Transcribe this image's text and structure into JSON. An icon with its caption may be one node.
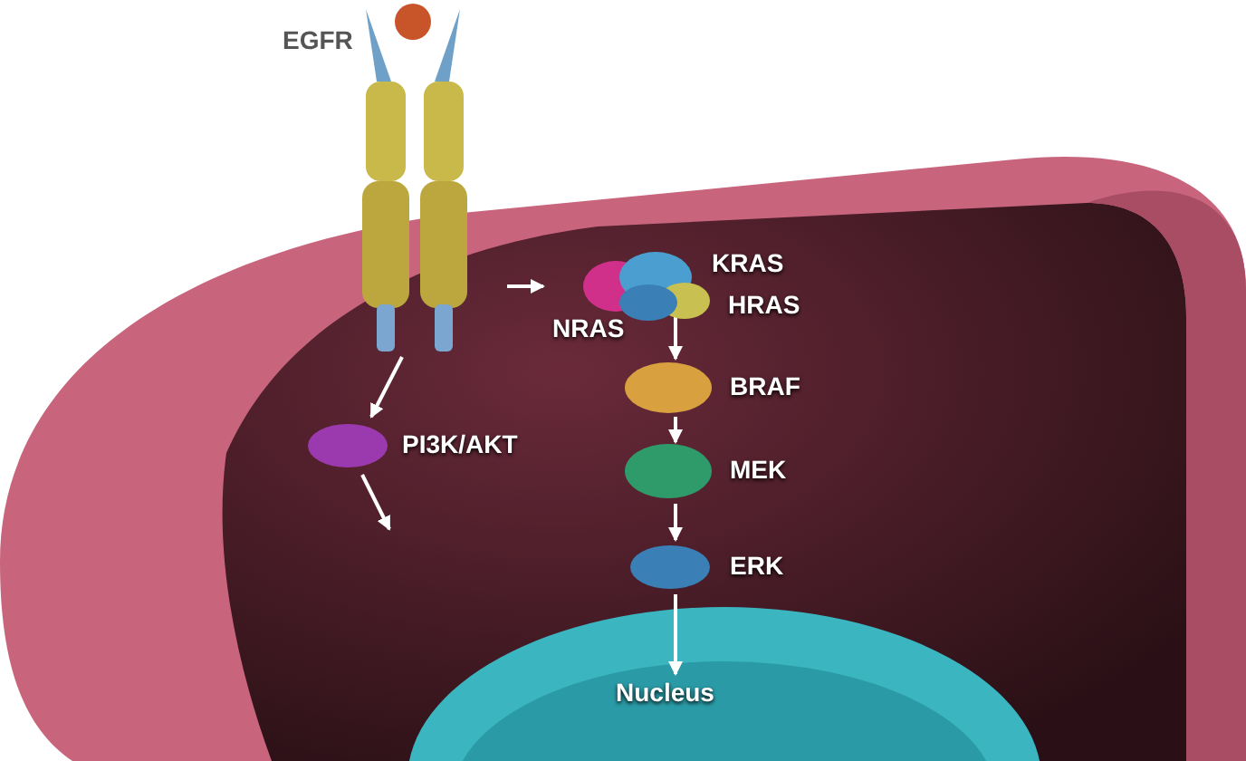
{
  "diagram": {
    "nodes": [
      {
        "text": [
          "EGFR"
        ]
      },
      {
        "text": [
          "KRAS",
          "HRAS",
          "NRAS"
        ]
      },
      {
        "text": [
          "BRAF"
        ]
      },
      {
        "text": [
          "MEK"
        ]
      },
      {
        "text": [
          "ERK"
        ]
      },
      {
        "text": [
          "Nucleus"
        ]
      },
      {
        "text": [
          "PI3K/AKT"
        ]
      }
    ],
    "edges": [
      {
        "from": 0,
        "to": 1,
        "arrow": "to"
      },
      {
        "from": 1,
        "to": 2,
        "arrow": "to"
      },
      {
        "from": 2,
        "to": 3,
        "arrow": "to"
      },
      {
        "from": 3,
        "to": 4,
        "arrow": "to"
      },
      {
        "from": 4,
        "to": 5,
        "arrow": "to"
      },
      {
        "from": 0,
        "to": 6,
        "arrow": "to"
      },
      {
        "from": 6,
        "to": null,
        "arrow": "to"
      }
    ]
  }
}
